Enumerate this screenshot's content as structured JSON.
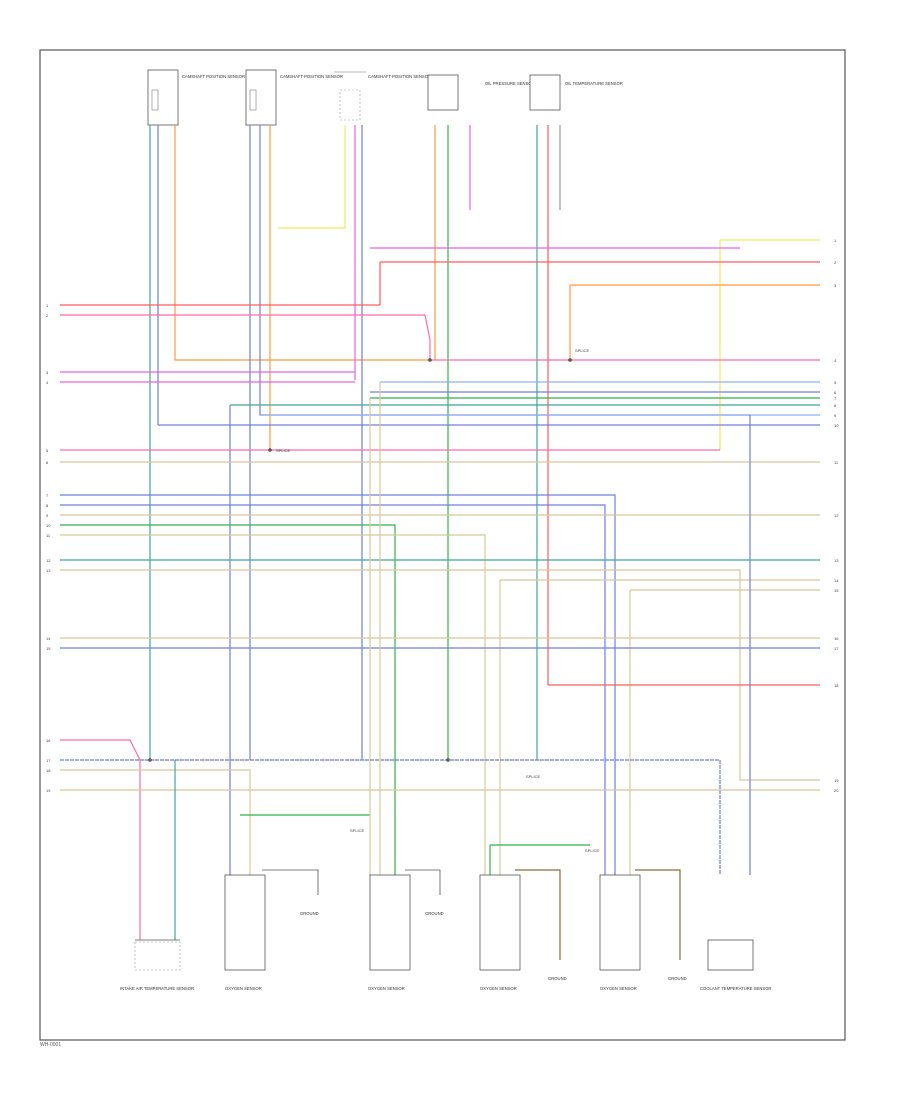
{
  "page": {
    "id": "WH-0001"
  },
  "colors": {
    "frame": "#555555",
    "green": "#2fb54a",
    "blue": "#6f7fe0",
    "lightblue": "#8fb2f0",
    "teal": "#3ea89a",
    "orange": "#ff9a3c",
    "pink": "#ff6aa8",
    "magenta": "#e860e8",
    "yellow": "#f0ea60",
    "tan": "#d8c89a",
    "red": "#ff5a5a",
    "gray": "#9a9a9a",
    "brown": "#8a6a3a"
  },
  "components": {
    "top": [
      "CAMSHAFT POSITION SENSOR",
      "CAMSHAFT POSITION SENSOR",
      "CAMSHAFT POSITION SENSOR",
      "OIL PRESSURE SENSOR",
      "OIL TEMPERATURE SENSOR"
    ],
    "bottom": [
      "INTAKE AIR TEMPERATURE SENSOR",
      "OXYGEN SENSOR",
      "OXYGEN SENSOR",
      "OXYGEN SENSOR",
      "OXYGEN SENSOR",
      "COOLANT TEMPERATURE SENSOR"
    ],
    "grounds": [
      "GROUND",
      "GROUND",
      "GROUND",
      "GROUND"
    ]
  },
  "splices": [
    "SPLICE",
    "SPLICE",
    "SPLICE",
    "SPLICE",
    "SPLICE"
  ],
  "left_connector_pins": [
    "1",
    "2",
    "3",
    "4",
    "5",
    "6",
    "7",
    "8",
    "9",
    "10",
    "11",
    "12",
    "13",
    "14",
    "15",
    "16",
    "17",
    "18",
    "19"
  ],
  "right_connector_pins": [
    "1",
    "2",
    "3",
    "4",
    "5",
    "6",
    "7",
    "8",
    "9",
    "10",
    "11",
    "12",
    "13",
    "14",
    "15",
    "16",
    "17",
    "18",
    "19",
    "20"
  ]
}
